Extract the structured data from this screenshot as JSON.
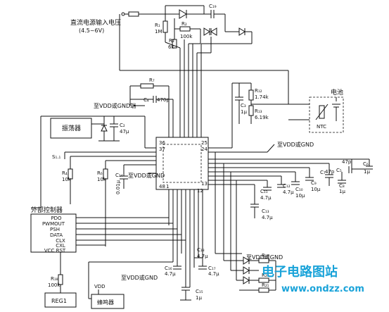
{
  "input": {
    "title": "直流电源输入电压",
    "range": "(4.5~6V)"
  },
  "battery": {
    "label": "电池",
    "ntc": "NTC"
  },
  "oscillator": "振荡器",
  "ext_ctrl": {
    "title": "外部控制器",
    "pins": [
      "PDO",
      "PWMOUT",
      "PSH",
      "DATA",
      "CLX",
      "CXL",
      "VCC RST"
    ]
  },
  "reg": "REG1",
  "buzzer": "蜂鸣器",
  "vdd": "VDD",
  "gnd_labels": [
    "至VDD或GND端",
    "至VDD或GND",
    "至VDD或GND",
    "至VDD或GND"
  ],
  "ic_pins": {
    "p36": "36",
    "p37": "37",
    "p48": "48",
    "p1": "1",
    "p25": "25",
    "p24": "24",
    "p13": "13",
    "p12": "12"
  },
  "parts": {
    "r1": "R₁",
    "r1v": "1M",
    "r2": "R₂",
    "r2v": "100k",
    "r3": "R₃",
    "r3v": "6k",
    "r7": "R₇",
    "r12": "R₁₂",
    "r12v": "1.74k",
    "r13": "R₁₃",
    "r13v": "6.19k",
    "r4": "R₄",
    "r4v": "10k",
    "r6": "R₆",
    "r6v": "10k",
    "r18": "R₁₈",
    "r18v": "100k",
    "r19": "R₁₉",
    "r20": "R₂₀",
    "r21": "R₂₁",
    "c4": "C₄",
    "c4v": "470p",
    "c19": "C₁₉",
    "c3": "C₃",
    "c3v": "1μ",
    "c2": "C₂",
    "c2v": "47μ",
    "c14": "C₁₄",
    "c14v": "0.01μ",
    "c11": "C₁₁",
    "c11v": "4.7μ",
    "c12": "C₁₂",
    "c12v": "4.7μ",
    "c13": "C₁₃",
    "c13v": "4.7μ",
    "c10": "C₁₀",
    "c10v": "10μ",
    "c9": "C₉",
    "c9v": "10μ",
    "c8": "C₈",
    "c8v": "1μ",
    "c7": "C₇",
    "c7v": "47p",
    "c5": "C₅",
    "c5v": "47p",
    "c6": "C₆",
    "c6v": "1μ",
    "c16": "C₁₆",
    "c16v": "4.7μ",
    "c17": "C₁₇",
    "c17v": "4.7μ",
    "c18": "C₁₈",
    "c18v": "4.7μ",
    "c15": "C₁₅",
    "c15v": "1μ",
    "s11": "S₁.₁"
  },
  "watermark": {
    "cn": "电子电路图站",
    "url": "www.ondzz.com"
  }
}
